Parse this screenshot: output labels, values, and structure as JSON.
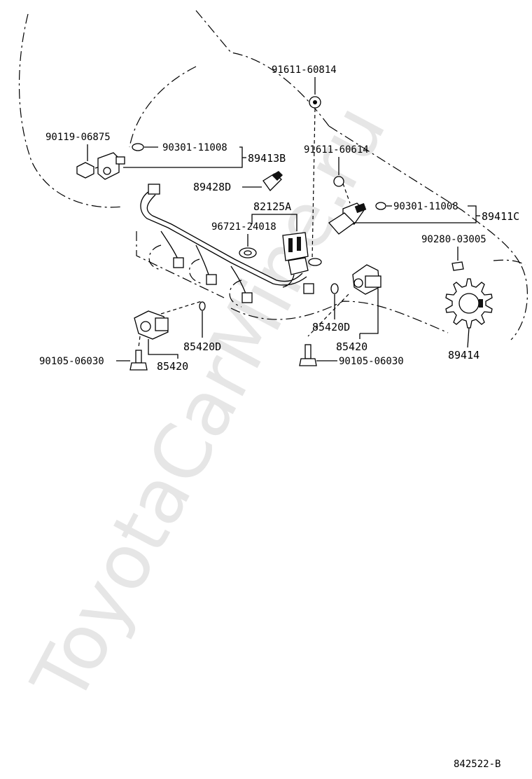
{
  "watermark": "ToyotaCarMine.ru",
  "diagram_code": "842522-B",
  "labels": {
    "p91611_60814": "91611-60814",
    "p90119_06875": "90119-06875",
    "p90301_11008_left": "90301-11008",
    "p89413B": "89413B",
    "p91611_60614": "91611-60614",
    "p89428D": "89428D",
    "p82125A": "82125A",
    "p90301_11008_right": "90301-11008",
    "p89411C": "89411C",
    "p96721_24018": "96721-24018",
    "p90280_03005": "90280-03005",
    "p85420D_right": "85420D",
    "p85420_right": "85420",
    "p89414": "89414",
    "p85420D_left": "85420D",
    "p90105_06030_left": "90105-06030",
    "p85420_left": "85420",
    "p90105_06030_right": "90105-06030"
  }
}
